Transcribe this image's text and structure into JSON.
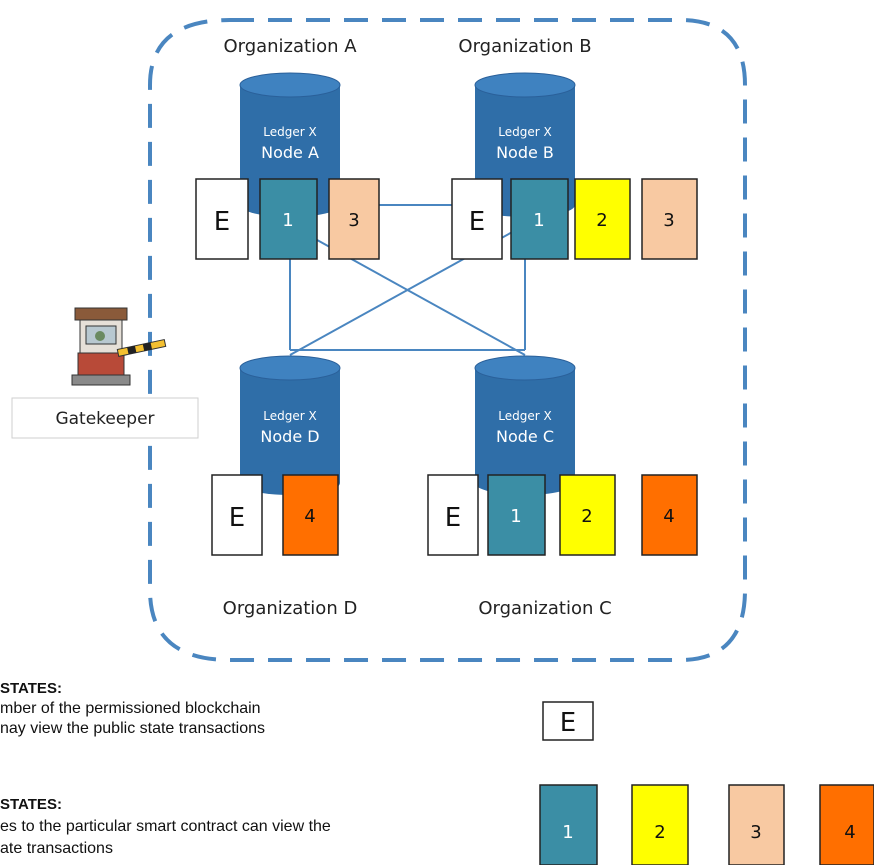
{
  "organizations": {
    "a": "Organization A",
    "b": "Organization B",
    "c": "Organization C",
    "d": "Organization D"
  },
  "nodes": {
    "a": {
      "ledger": "Ledger X",
      "name": "Node A"
    },
    "b": {
      "ledger": "Ledger X",
      "name": "Node B"
    },
    "c": {
      "ledger": "Ledger X",
      "name": "Node C"
    },
    "d": {
      "ledger": "Ledger X",
      "name": "Node D"
    }
  },
  "transaction_labels": {
    "e": "E",
    "t1": "1",
    "t2": "2",
    "t3": "3",
    "t4": "4"
  },
  "gatekeeper": {
    "label": "Gatekeeper"
  },
  "legend": {
    "public_heading": "STATES:",
    "public_line1": "mber of the permissioned blockchain",
    "public_line2": "nay view the public state transactions",
    "private_heading": "STATES:",
    "private_line1": "es to the particular smart contract can view the",
    "private_line2": "ate transactions"
  },
  "colors": {
    "cylinder": "#2f6ea8",
    "cylinder_top": "#3f82c0",
    "boundary": "#4a86c0",
    "connection": "#4a86c0",
    "tx1": "#3b8ea5",
    "tx2": "#ffff00",
    "tx3": "#f8c9a2",
    "tx4": "#ff6f00",
    "public_state": "#ffffff"
  }
}
